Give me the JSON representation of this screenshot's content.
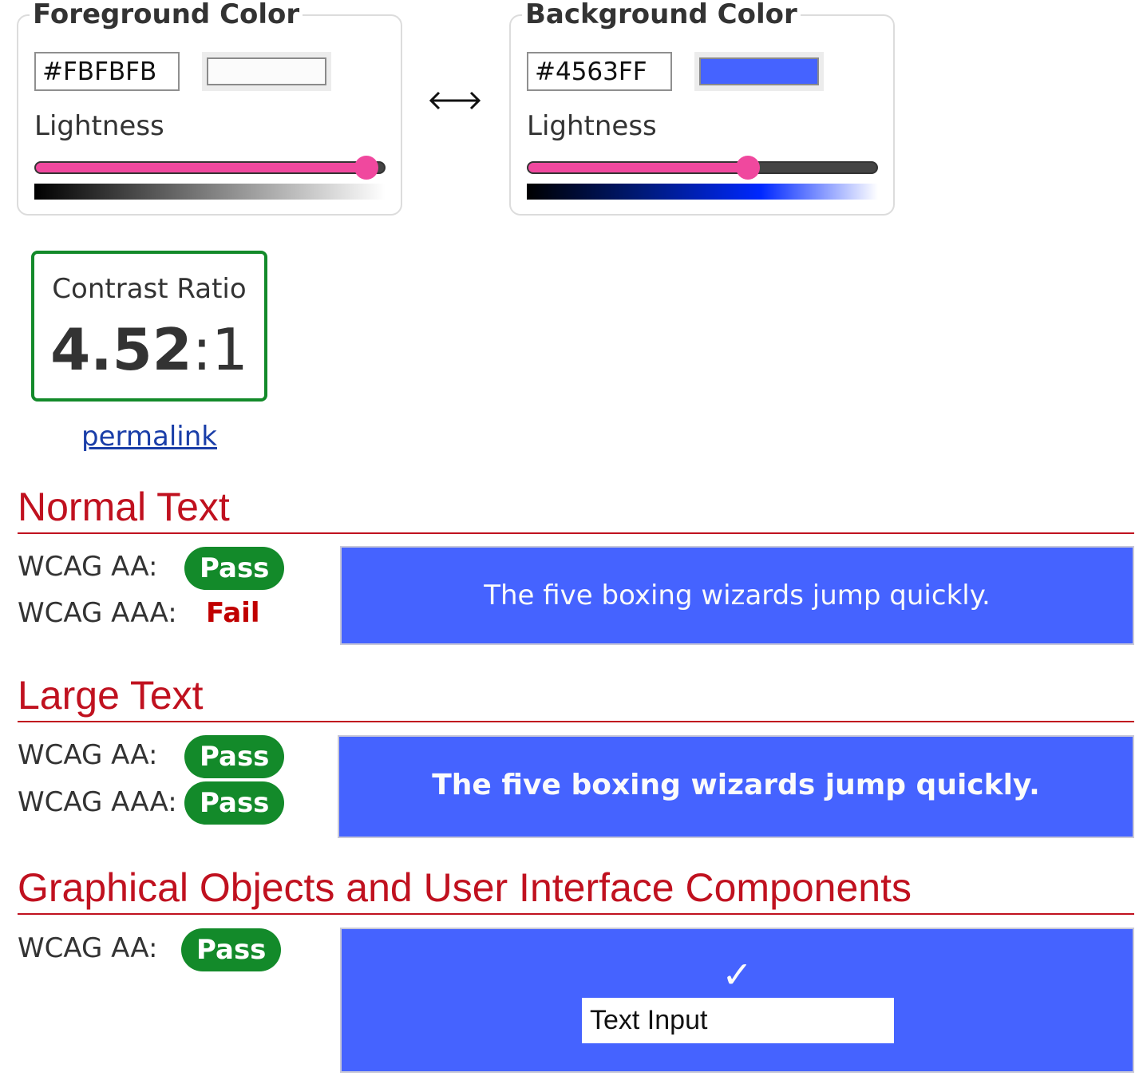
{
  "foreground": {
    "legend": "Foreground Color",
    "hex": "#FBFBFB",
    "swatch_color": "#FBFBFB",
    "lightness_label": "Lightness",
    "lightness_fraction": 0.95,
    "gradient": [
      "#000000",
      "#7f7f7f",
      "#ffffff"
    ]
  },
  "background": {
    "legend": "Background Color",
    "hex": "#4563FF",
    "swatch_color": "#4563FF",
    "lightness_label": "Lightness",
    "lightness_fraction": 0.63,
    "gradient": [
      "#000000",
      "#001a7a",
      "#0028ff",
      "#ffffff"
    ]
  },
  "swap_icon": "double-arrow-icon",
  "contrast": {
    "title": "Contrast Ratio",
    "ratio_main": "4.52",
    "ratio_suffix": ":1"
  },
  "permalink": "permalink",
  "sections": {
    "normal": {
      "heading": "Normal Text",
      "aa_label": "WCAG AA:",
      "aa_result": "Pass",
      "aaa_label": "WCAG AAA:",
      "aaa_result": "Fail",
      "sample": "The five boxing wizards jump quickly."
    },
    "large": {
      "heading": "Large Text",
      "aa_label": "WCAG AA:",
      "aa_result": "Pass",
      "aaa_label": "WCAG AAA:",
      "aaa_result": "Pass",
      "sample": "The five boxing wizards jump quickly."
    },
    "graphical": {
      "heading": "Graphical Objects and User Interface Components",
      "aa_label": "WCAG AA:",
      "aa_result": "Pass",
      "checkmark": "✓",
      "input_value": "Text Input"
    }
  },
  "colors": {
    "pass": "#138A2A",
    "fail": "#C00000",
    "heading": "#C0111F",
    "slider": "#F0489E"
  }
}
